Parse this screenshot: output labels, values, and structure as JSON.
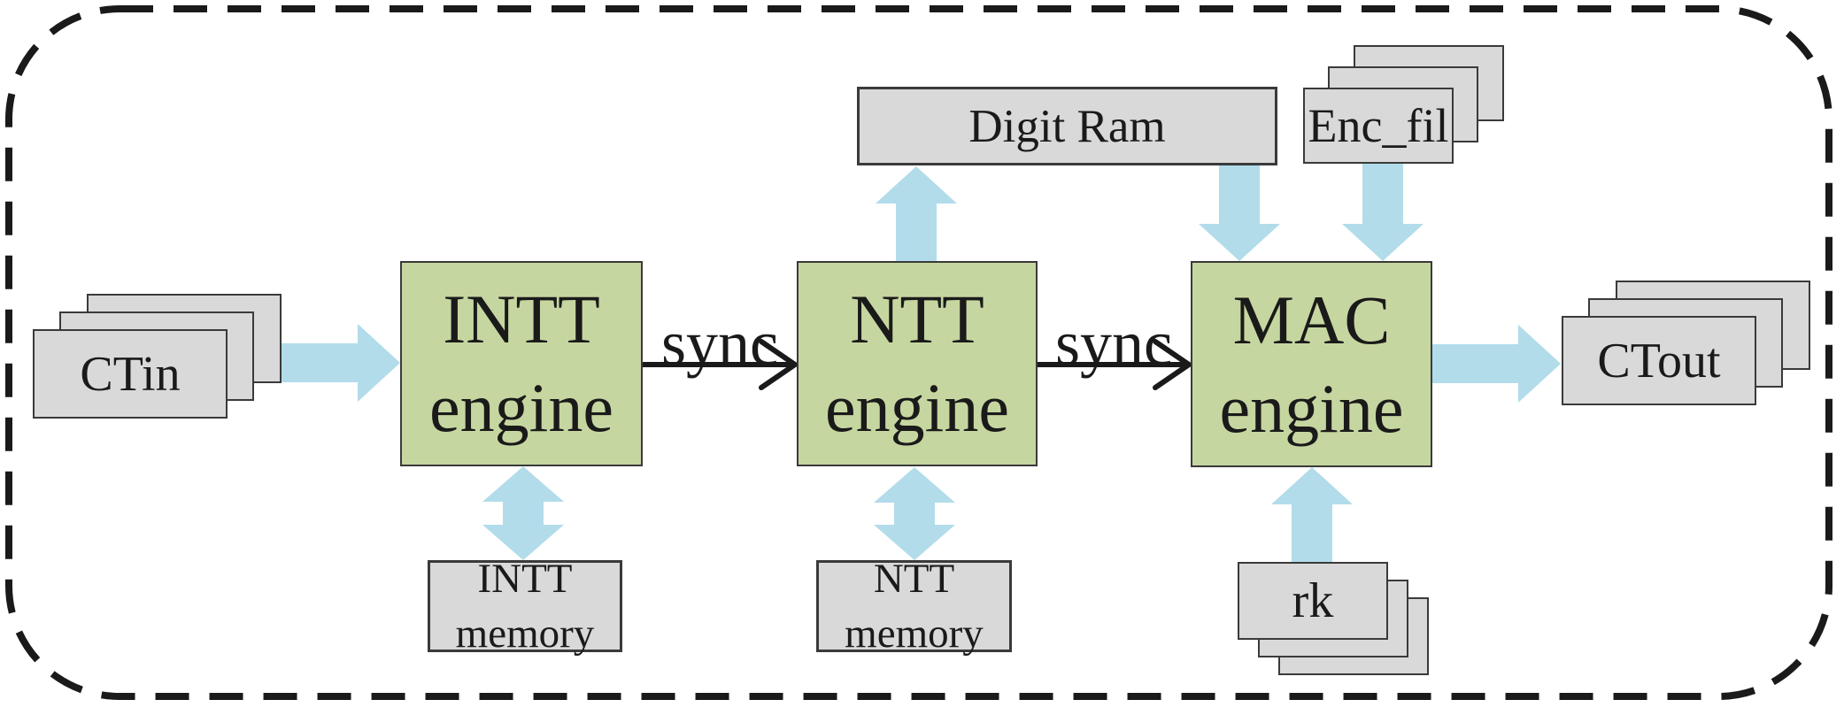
{
  "colors": {
    "engine-fill": "#c6d6a0",
    "gray-fill": "#d9d9d9",
    "arrow-blue": "#b2dcea",
    "box-border": "#3a3a3a",
    "line-black": "#1a1a1a",
    "text": "#1a1a1a",
    "background": "#ffffff"
  },
  "blocks": {
    "ctin": {
      "label": "CTin"
    },
    "ctout": {
      "label": "CTout"
    },
    "enc_fil": {
      "label": "Enc_fil"
    },
    "rk": {
      "label": "rk"
    },
    "digit_ram": {
      "label": "Digit Ram"
    },
    "intt_engine": {
      "line1": "INTT",
      "line2": "engine"
    },
    "ntt_engine": {
      "line1": "NTT",
      "line2": "engine"
    },
    "mac_engine": {
      "line1": "MAC",
      "line2": "engine"
    },
    "intt_memory": {
      "line1": "INTT",
      "line2": "memory"
    },
    "ntt_memory": {
      "line1": "NTT",
      "line2": "memory"
    }
  },
  "connections": {
    "sync1": "sync",
    "sync2": "sync"
  },
  "icons": {
    "arrow_blue": "thick-block-arrow",
    "arrow_black": "sync-arrow"
  }
}
